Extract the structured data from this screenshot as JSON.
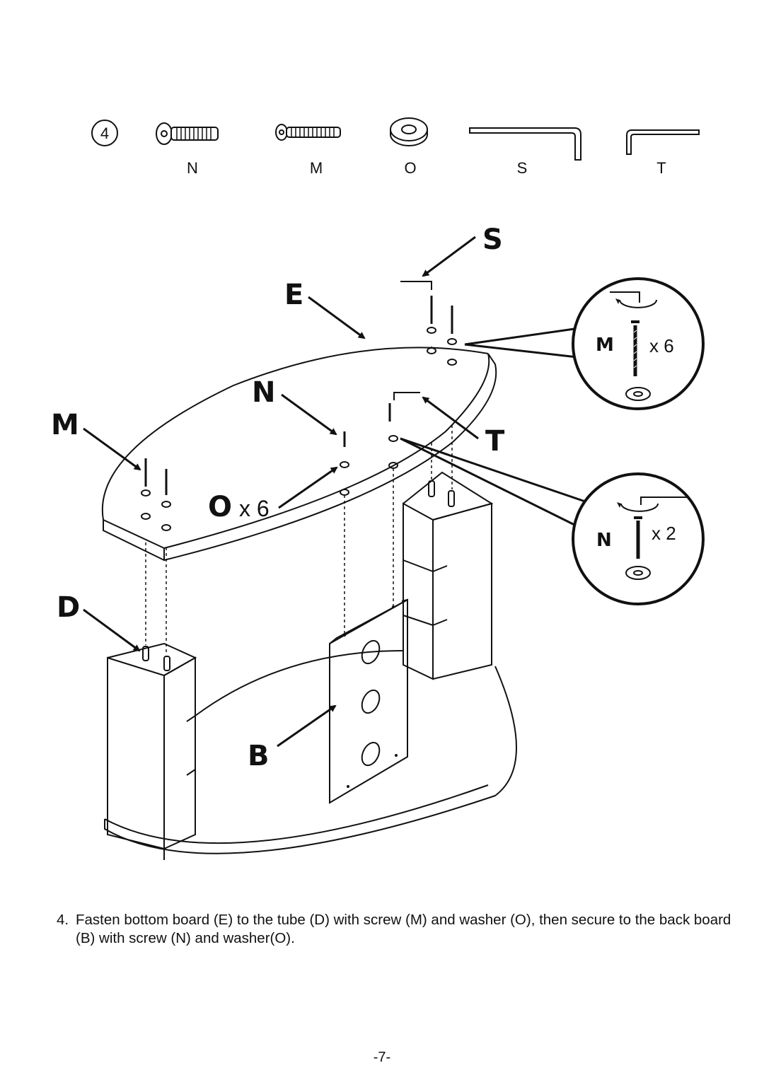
{
  "step": {
    "number": "4"
  },
  "hardware": [
    {
      "id": "N",
      "label": "N",
      "icon": "short-screw-icon"
    },
    {
      "id": "M",
      "label": "M",
      "icon": "long-screw-icon"
    },
    {
      "id": "O",
      "label": "O",
      "icon": "washer-icon"
    },
    {
      "id": "S",
      "label": "S",
      "icon": "large-allen-key-icon"
    },
    {
      "id": "T",
      "label": "T",
      "icon": "small-allen-key-icon"
    }
  ],
  "diagram": {
    "labels": {
      "S": "S",
      "E": "E",
      "N": "N",
      "M": "M",
      "T": "T",
      "O": "O",
      "D": "D",
      "B": "B"
    },
    "washer_qty": "x 6",
    "detail_m": {
      "label": "M",
      "qty": "x 6"
    },
    "detail_n": {
      "label": "N",
      "qty": "x 2"
    }
  },
  "instruction": {
    "number": "4.",
    "text": "Fasten bottom board (E) to the tube (D) with screw (M) and washer (O),  then secure to the back board (B) with screw (N) and washer(O)."
  },
  "page_number": "-7-"
}
